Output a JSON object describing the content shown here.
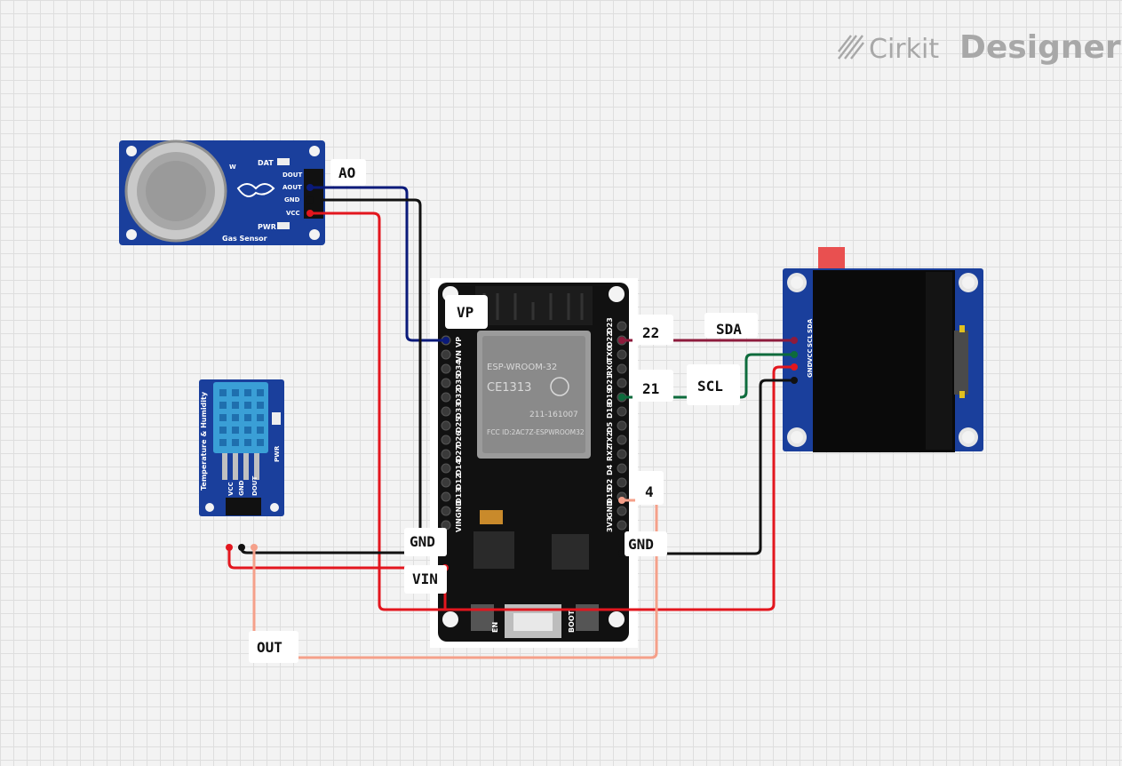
{
  "brand": {
    "part1": "Cirkit",
    "part2": "Designer"
  },
  "components": {
    "gas_sensor": {
      "title": "Gas Sensor",
      "pins": [
        "DOUT",
        "AOUT",
        "GND",
        "VCC"
      ],
      "leds": [
        "DAT",
        "PWR"
      ]
    },
    "dht": {
      "title": "Temperature & Humidity",
      "pins": [
        "VCC",
        "GND",
        "DOUT"
      ],
      "led": "PWR"
    },
    "esp32": {
      "module": "ESP-WROOM-32",
      "ce": "CE1313",
      "cert": "211-161007",
      "fcc": "FCC ID:2AC7Z-ESPWROOM32",
      "left_pins": [
        "VP",
        "VN",
        "D34",
        "D35",
        "D32",
        "D33",
        "D25",
        "D26",
        "D27",
        "D14",
        "D12",
        "D13",
        "GND",
        "VIN"
      ],
      "right_pins": [
        "D23",
        "D22",
        "TX0",
        "RX0",
        "D21",
        "D19",
        "D18",
        "D5",
        "TX2",
        "RX2",
        "D4",
        "D2",
        "D15",
        "GND",
        "3V3"
      ],
      "buttons": [
        "EN",
        "BOOT"
      ]
    },
    "oled": {
      "pins": [
        "GND",
        "VCC",
        "SCL",
        "SDA"
      ]
    }
  },
  "labels": {
    "ao": "AO",
    "vp": "VP",
    "gnd_left": "GND",
    "vin": "VIN",
    "out": "OUT",
    "pin22": "22",
    "pin21": "21",
    "sda": "SDA",
    "scl": "SCL",
    "pin4": "4",
    "gnd_right": "GND"
  },
  "colors": {
    "navy": "#0a1a7a",
    "black": "#111111",
    "red": "#e3161e",
    "maroon": "#8e1b3c",
    "green": "#0d6b3c",
    "salmon": "#f5a08a",
    "board_blue": "#1a3f9c"
  }
}
